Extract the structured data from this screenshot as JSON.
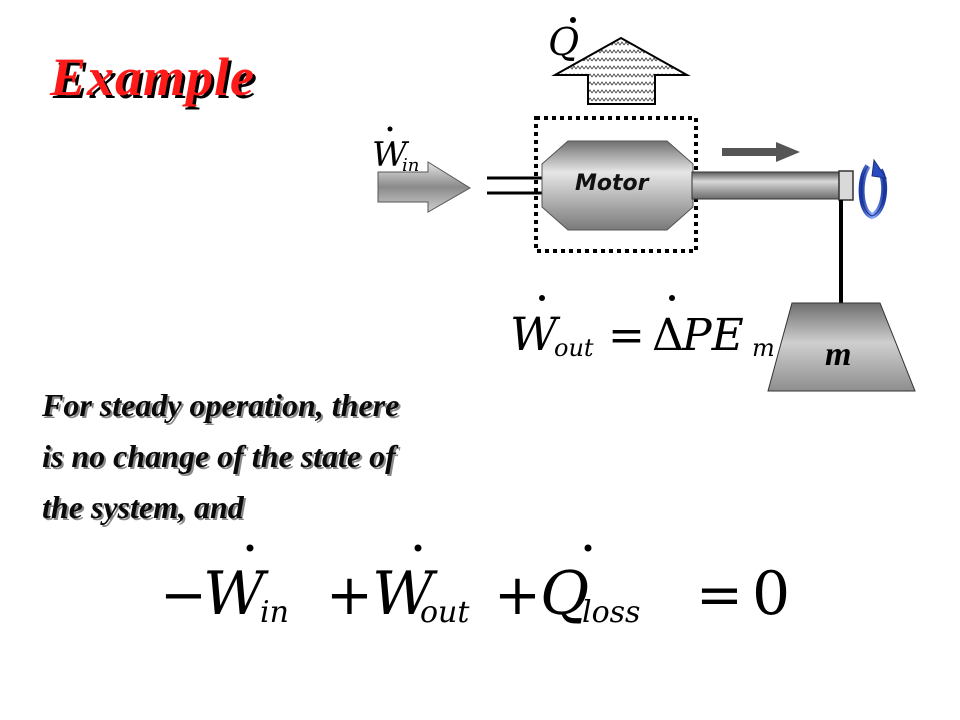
{
  "title": "Example",
  "body": {
    "line1": "For steady operation, there",
    "line2": "is no change of the state of",
    "line3": "the system, and"
  },
  "diagram": {
    "heat_symbol": "Q",
    "work_in_symbol": "W",
    "work_in_sub": "in",
    "motor_label": "Motor",
    "mass_label": "m"
  },
  "equation_top": {
    "lhs": "W",
    "lhs_sub": "out",
    "eq": "=",
    "rhs_delta": "Δ",
    "rhs": "PE",
    "rhs_sub": "m"
  },
  "equation_bottom": {
    "minus": "−",
    "t1": "W",
    "t1_sub": "in",
    "plus1": "+",
    "t2": "W",
    "t2_sub": "out",
    "plus2": "+",
    "t3": "Q",
    "t3_sub": "loss",
    "eq": "=",
    "zero": "0"
  },
  "colors": {
    "title": "#ff1a1a",
    "motor_gray": "#8c8c8c",
    "mass_gray": "#9a9a9a",
    "arrow_gray": "#8a8a8a"
  }
}
